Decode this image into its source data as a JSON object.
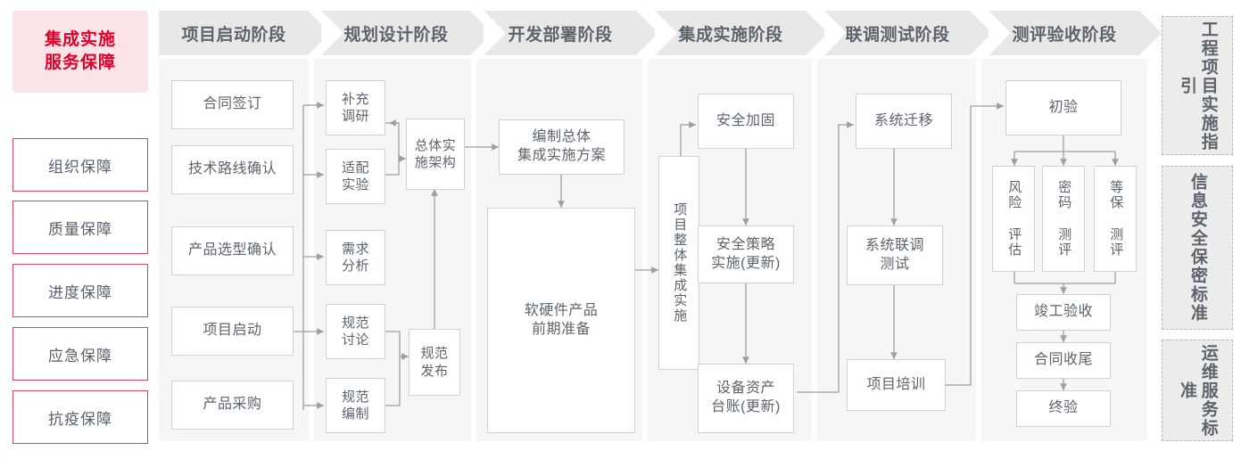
{
  "guarantee": {
    "title": "集成实施\n服务保障",
    "title_line1": "集成实施",
    "title_line2": "服务保障",
    "items": [
      {
        "label": "组织保障"
      },
      {
        "label": "质量保障"
      },
      {
        "label": "进度保障"
      },
      {
        "label": "应急保障"
      },
      {
        "label": "抗疫保障"
      }
    ]
  },
  "phases": [
    {
      "title": "项目启动阶段",
      "nodes": [
        {
          "label": "合同签订"
        },
        {
          "label": "技术路线确认"
        },
        {
          "label": "产品选型确认"
        },
        {
          "label": "项目启动"
        },
        {
          "label": "产品采购"
        }
      ]
    },
    {
      "title": "规划设计阶段",
      "nodes": [
        {
          "label": "补充\n调研"
        },
        {
          "label": "适配\n实验"
        },
        {
          "label": "需求\n分析"
        },
        {
          "label": "规范\n讨论"
        },
        {
          "label": "规范\n编制"
        },
        {
          "label": "总体实\n施架构"
        },
        {
          "label": "规范\n发布"
        }
      ]
    },
    {
      "title": "开发部署阶段",
      "nodes": [
        {
          "label": "编制总体\n集成实施方案"
        },
        {
          "label": "软硬件产品\n前期准备"
        }
      ]
    },
    {
      "title": "集成实施阶段",
      "nodes": [
        {
          "label": "项目整体集成实施"
        },
        {
          "label": "安全加固"
        },
        {
          "label": "安全策略\n实施(更新)"
        },
        {
          "label": "设备资产\n台账(更新)"
        }
      ]
    },
    {
      "title": "联调测试阶段",
      "nodes": [
        {
          "label": "系统迁移"
        },
        {
          "label": "系统联调\n测试"
        },
        {
          "label": "项目培训"
        }
      ]
    },
    {
      "title": "测评验收阶段",
      "nodes": [
        {
          "label": "初验"
        },
        {
          "label": "风险\n评估"
        },
        {
          "label": "密码\n测评"
        },
        {
          "label": "等保\n测评"
        },
        {
          "label": "竣工验收"
        },
        {
          "label": "合同收尾"
        },
        {
          "label": "终验"
        }
      ]
    }
  ],
  "standards": [
    {
      "label": "工程项目实施指引"
    },
    {
      "label": "信息安全保密标准"
    },
    {
      "label": "运维服务标准"
    }
  ],
  "colors": {
    "accent_red": "#e2002a",
    "guard_border": "#d8455f",
    "guard_title_bg": "#fbe4e8",
    "phase_header_bg": "#e8e8e8",
    "phase_body_bg": "#f6f6f6",
    "node_border": "#cfd3d7",
    "text_gray": "#5d646c",
    "connector": "#9aa0a6",
    "standards_bg": "#ececec",
    "standards_border": "#b6b6b6"
  }
}
